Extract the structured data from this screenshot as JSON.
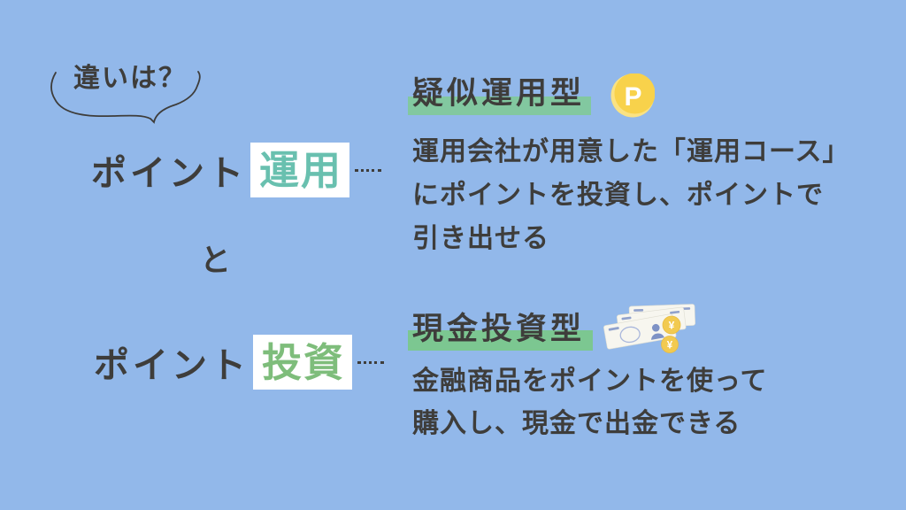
{
  "canvas": {
    "background_color": "#92B8EA",
    "text_color": "#3E3D3B"
  },
  "intro": {
    "question": "違いは？"
  },
  "terms": {
    "term1": {
      "prefix": "ポイント",
      "keyword": "運用",
      "keyword_color": "#69C0AF"
    },
    "connector": "と",
    "term2": {
      "prefix": "ポイント",
      "keyword": "投資",
      "keyword_color": "#7EBD7B"
    }
  },
  "sections": {
    "pseudo": {
      "heading": "疑似運用型",
      "highlight_color": "#82C8A0",
      "desc_lines": [
        "運用会社が用意した「運用コース」",
        "にポイントを投資し、ポイントで",
        "引き出せる"
      ]
    },
    "cash": {
      "heading": "現金投資型",
      "highlight_color": "#7CC791",
      "desc_lines": [
        "金融商品をポイントを使って",
        "購入し、現金で出金できる"
      ]
    }
  },
  "icons": {
    "point_coin": {
      "letter": "P",
      "color": "#F8D24B",
      "light_color": "#FAE283"
    },
    "money_bills": {
      "yen": "¥",
      "bill_color": "#F7F6EF",
      "detail_color": "#7E92C5",
      "coin_color": "#F2CA50"
    }
  }
}
